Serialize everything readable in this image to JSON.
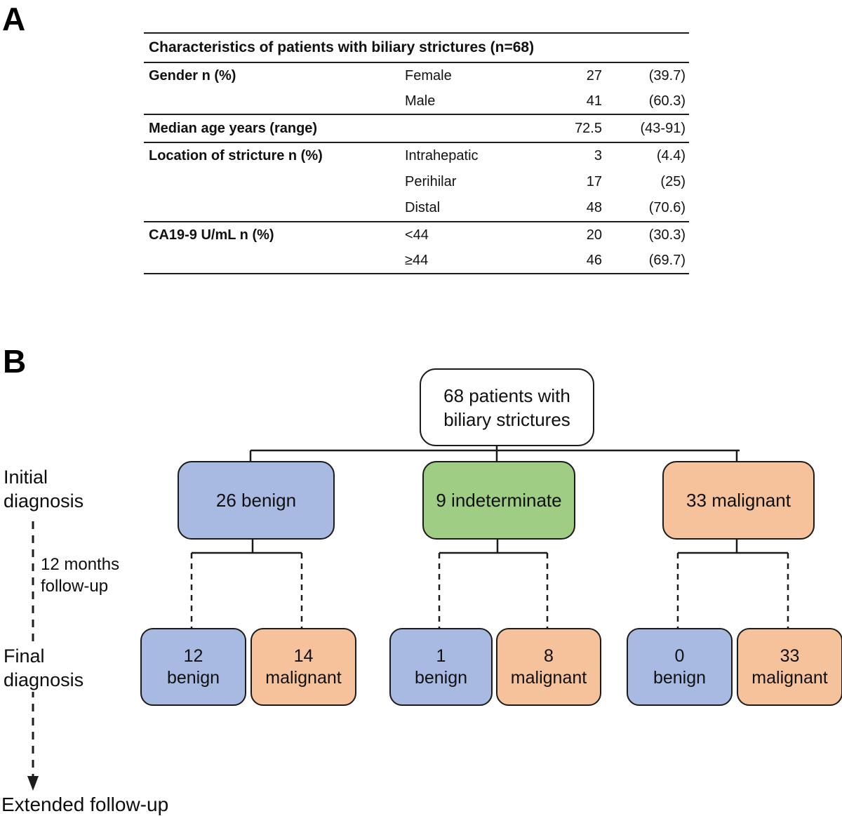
{
  "panel_a": {
    "label": "A",
    "table": {
      "title": "Characteristics of patients with biliary strictures (n=68)",
      "sections": [
        {
          "rows": [
            {
              "label": "Gender n (%)",
              "sub": "Female",
              "n": "27",
              "pct": "(39.7)"
            },
            {
              "label": "",
              "sub": "Male",
              "n": "41",
              "pct": "(60.3)"
            }
          ]
        },
        {
          "rows": [
            {
              "label": "Median age years (range)",
              "sub": "",
              "n": "72.5",
              "pct": "(43-91)"
            }
          ]
        },
        {
          "rows": [
            {
              "label": "Location of stricture n (%)",
              "sub": "Intrahepatic",
              "n": "3",
              "pct": "(4.4)"
            },
            {
              "label": "",
              "sub": "Perihilar",
              "n": "17",
              "pct": "(25)"
            },
            {
              "label": "",
              "sub": "Distal",
              "n": "48",
              "pct": "(70.6)"
            }
          ]
        },
        {
          "rows": [
            {
              "label": "CA19-9 U/mL n (%)",
              "sub": "<44",
              "n": "20",
              "pct": "(30.3)"
            },
            {
              "label": "",
              "sub": "≥44",
              "n": "46",
              "pct": "(69.7)"
            }
          ]
        }
      ]
    }
  },
  "panel_b": {
    "label": "B",
    "root_box": "68 patients with biliary strictures",
    "initial_boxes": [
      {
        "text": "26 benign",
        "category": "benign"
      },
      {
        "text": "9 indeterminate",
        "category": "indeterminate"
      },
      {
        "text": "33 malignant",
        "category": "malignant"
      }
    ],
    "final_boxes": [
      {
        "count": "12",
        "label": "benign"
      },
      {
        "count": "14",
        "label": "malignant"
      },
      {
        "count": "1",
        "label": "benign"
      },
      {
        "count": "8",
        "label": "malignant"
      },
      {
        "count": "0",
        "label": "benign"
      },
      {
        "count": "33",
        "label": "malignant"
      }
    ],
    "side_labels": {
      "initial": "Initial diagnosis",
      "followup": "12 months follow-up",
      "final": "Final diagnosis",
      "extended": "Extended follow-up"
    },
    "colors": {
      "benign_fill": "#a8bae1",
      "indeterminate_fill": "#9ecd83",
      "malignant_fill": "#f6c29b",
      "outline": "#1b1b1b"
    }
  }
}
